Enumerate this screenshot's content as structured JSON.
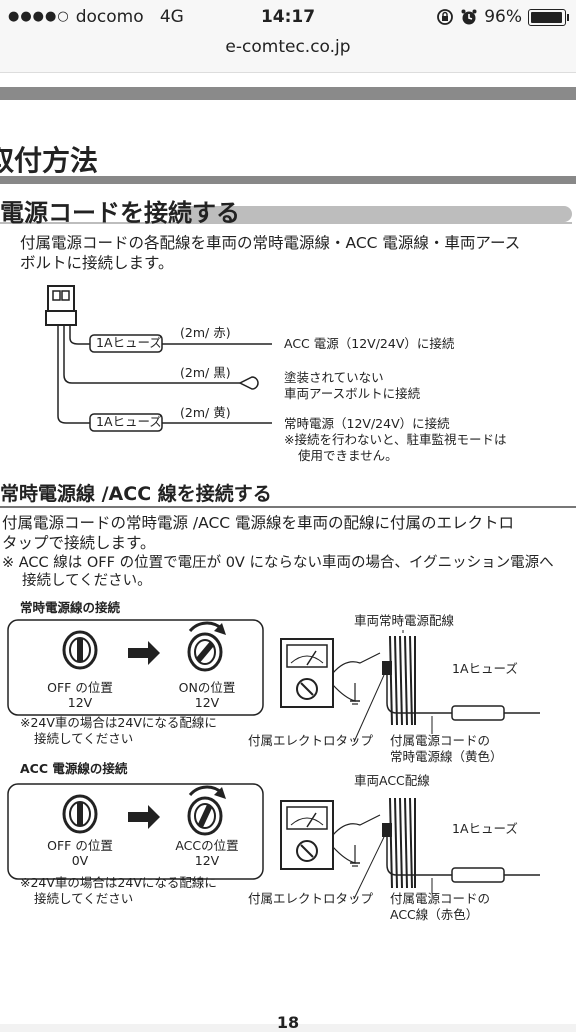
{
  "status": {
    "carrier": "docomo",
    "network": "4G",
    "time": "14:17",
    "battery": "96%",
    "battery_level": 0.96
  },
  "url": "e-comtec.co.jp",
  "section_title": "取付方法",
  "heading": "電源コードを接続する",
  "intro_line1": "付属電源コードの各配線を車両の常時電源線・ACC 電源線・車両アース",
  "intro_line2": "ボルトに接続します。",
  "wiring": {
    "fuse1": "1Aヒューズ",
    "fuse2": "1Aヒューズ",
    "red_len": "(2m/ 赤)",
    "black_len": "(2m/ 黒)",
    "yellow_len": "(2m/ 黄)",
    "acc_desc": "ACC 電源（12V/24V）に接続",
    "ground_desc1": "塗装されていない",
    "ground_desc2": "車両アースボルトに接続",
    "const_desc1": "常時電源（12V/24V）に接続",
    "const_desc2": "※接続を行わないと、駐車監視モードは",
    "const_desc3": "使用できません。"
  },
  "sub_heading": "常時電源線 /ACC 線を接続する",
  "sub_line1": "付属電源コードの常時電源 /ACC 電源線を車両の配線に付属のエレクトロ",
  "sub_line2": "タップで接続します。",
  "note_line1": "※  ACC 線は OFF の位置で電圧が 0V にならない車両の場合、イグニッション電源へ",
  "note_line2": "接続してください。",
  "constant": {
    "title": "常時電源線の接続",
    "off_label": "OFF の位置",
    "off_value": "12V",
    "on_label": "ONの位置",
    "on_value": "12V",
    "note1": "※24V車の場合は24Vになる配線に",
    "note2": "接続してください",
    "vehicle_wire": "車両常時電源配線",
    "fuse": "1Aヒューズ",
    "tap": "付属エレクトロタップ",
    "cord1": "付属電源コードの",
    "cord2": "常時電源線（黄色）"
  },
  "acc": {
    "title": "ACC 電源線の接続",
    "off_label": "OFF の位置",
    "off_value": "0V",
    "on_label": "ACCの位置",
    "on_value": "12V",
    "note1": "※24V車の場合は24Vになる配線に",
    "note2": "接続してください",
    "vehicle_wire": "車両ACC配線",
    "fuse": "1Aヒューズ",
    "tap": "付属エレクトロタップ",
    "cord1": "付属電源コードの",
    "cord2": "ACC線（赤色）"
  },
  "page_number": "18"
}
